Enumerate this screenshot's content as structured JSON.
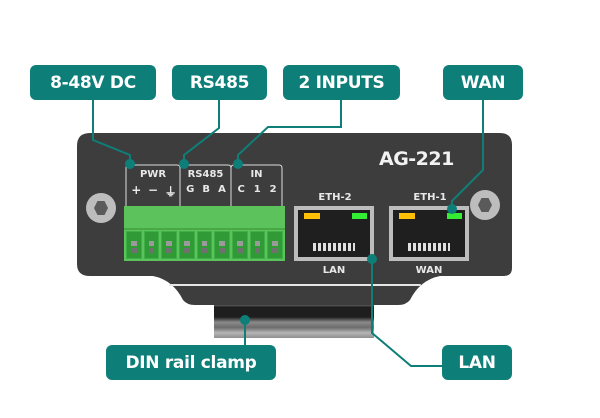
{
  "callouts": {
    "power": "8-48V DC",
    "rs485": "RS485",
    "inputs": "2 INPUTS",
    "wan": "WAN",
    "din": "DIN rail clamp",
    "lan": "LAN"
  },
  "device": {
    "model": "AG-221",
    "terminal_groups": [
      {
        "title": "PWR",
        "pins": [
          "+",
          "−",
          "⏚"
        ]
      },
      {
        "title": "RS485",
        "pins": [
          "G",
          "B",
          "A"
        ]
      },
      {
        "title": "IN",
        "pins": [
          "C",
          "1",
          "2"
        ]
      }
    ],
    "ports": [
      {
        "name": "ETH-2",
        "role": "LAN"
      },
      {
        "name": "ETH-1",
        "role": "WAN"
      }
    ]
  },
  "colors": {
    "accent": "#0e7f78",
    "panel": "#3d3d3d",
    "terminal_green": "#5cc25c",
    "led_amber": "#ffc107",
    "led_green": "#33ee33"
  }
}
